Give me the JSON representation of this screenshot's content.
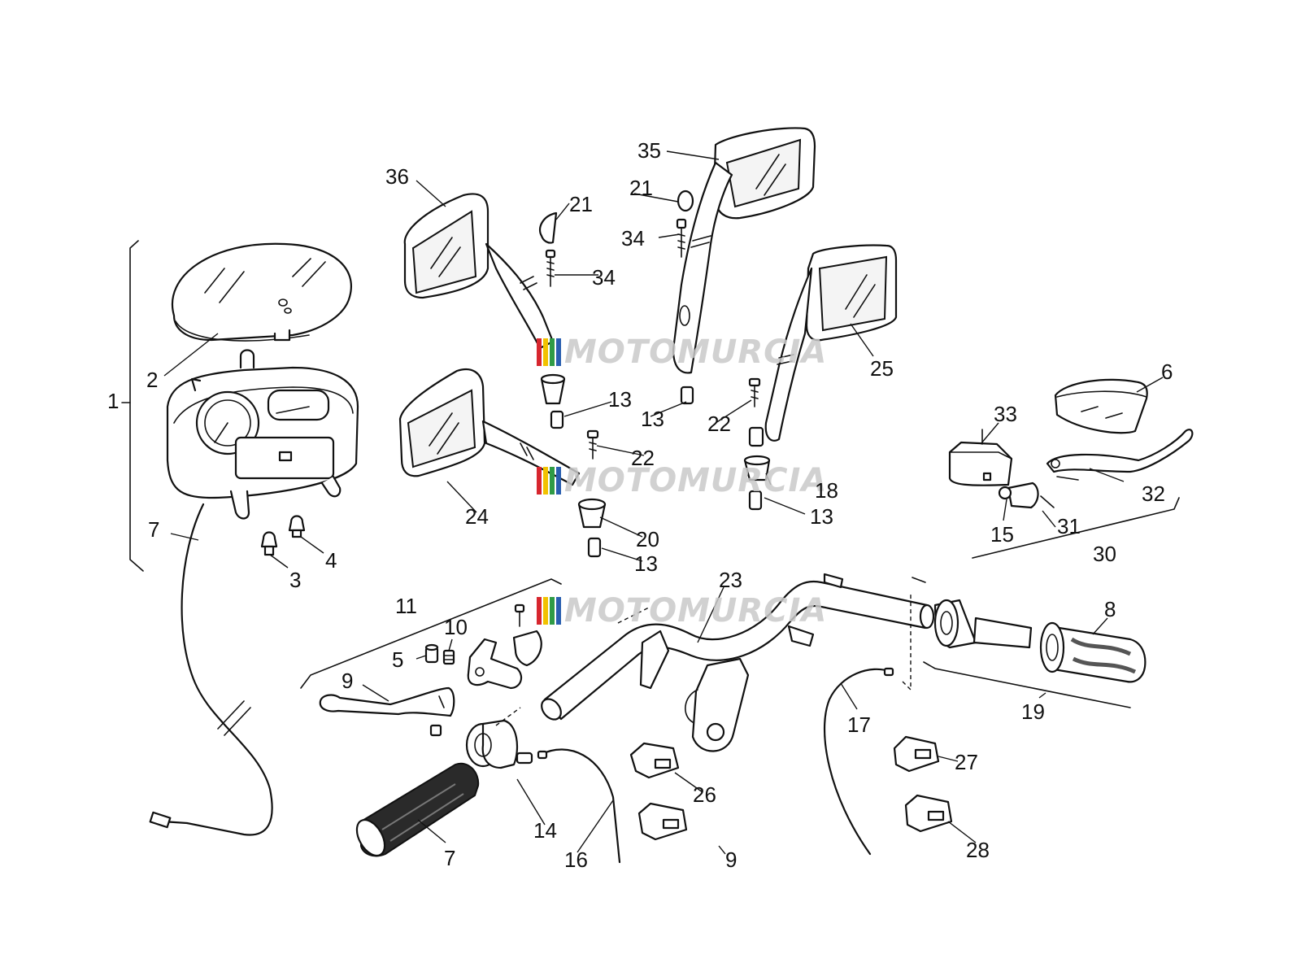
{
  "watermark": "MOTOMURCIA",
  "watermark_stripes": [
    "#d7262e",
    "#f2c200",
    "#2f9b46",
    "#2a5fb0"
  ],
  "labels": {
    "l1": "1",
    "l2": "2",
    "l3": "3",
    "l4": "4",
    "l5": "5",
    "l6": "6",
    "l7a": "7",
    "l7b": "7",
    "l8": "8",
    "l9a": "9",
    "l9b": "9",
    "l10": "10",
    "l11": "11",
    "l13a": "13",
    "l13b": "13",
    "l13c": "13",
    "l13d": "13",
    "l14": "14",
    "l15": "15",
    "l16": "16",
    "l17": "17",
    "l18": "18",
    "l19": "19",
    "l20": "20",
    "l21a": "21",
    "l21b": "21",
    "l22a": "22",
    "l22b": "22",
    "l23": "23",
    "l24": "24",
    "l25": "25",
    "l26": "26",
    "l27": "27",
    "l28": "28",
    "l30": "30",
    "l31": "31",
    "l32": "32",
    "l33": "33",
    "l34a": "34",
    "l34b": "34",
    "l35": "35",
    "l36": "36"
  }
}
